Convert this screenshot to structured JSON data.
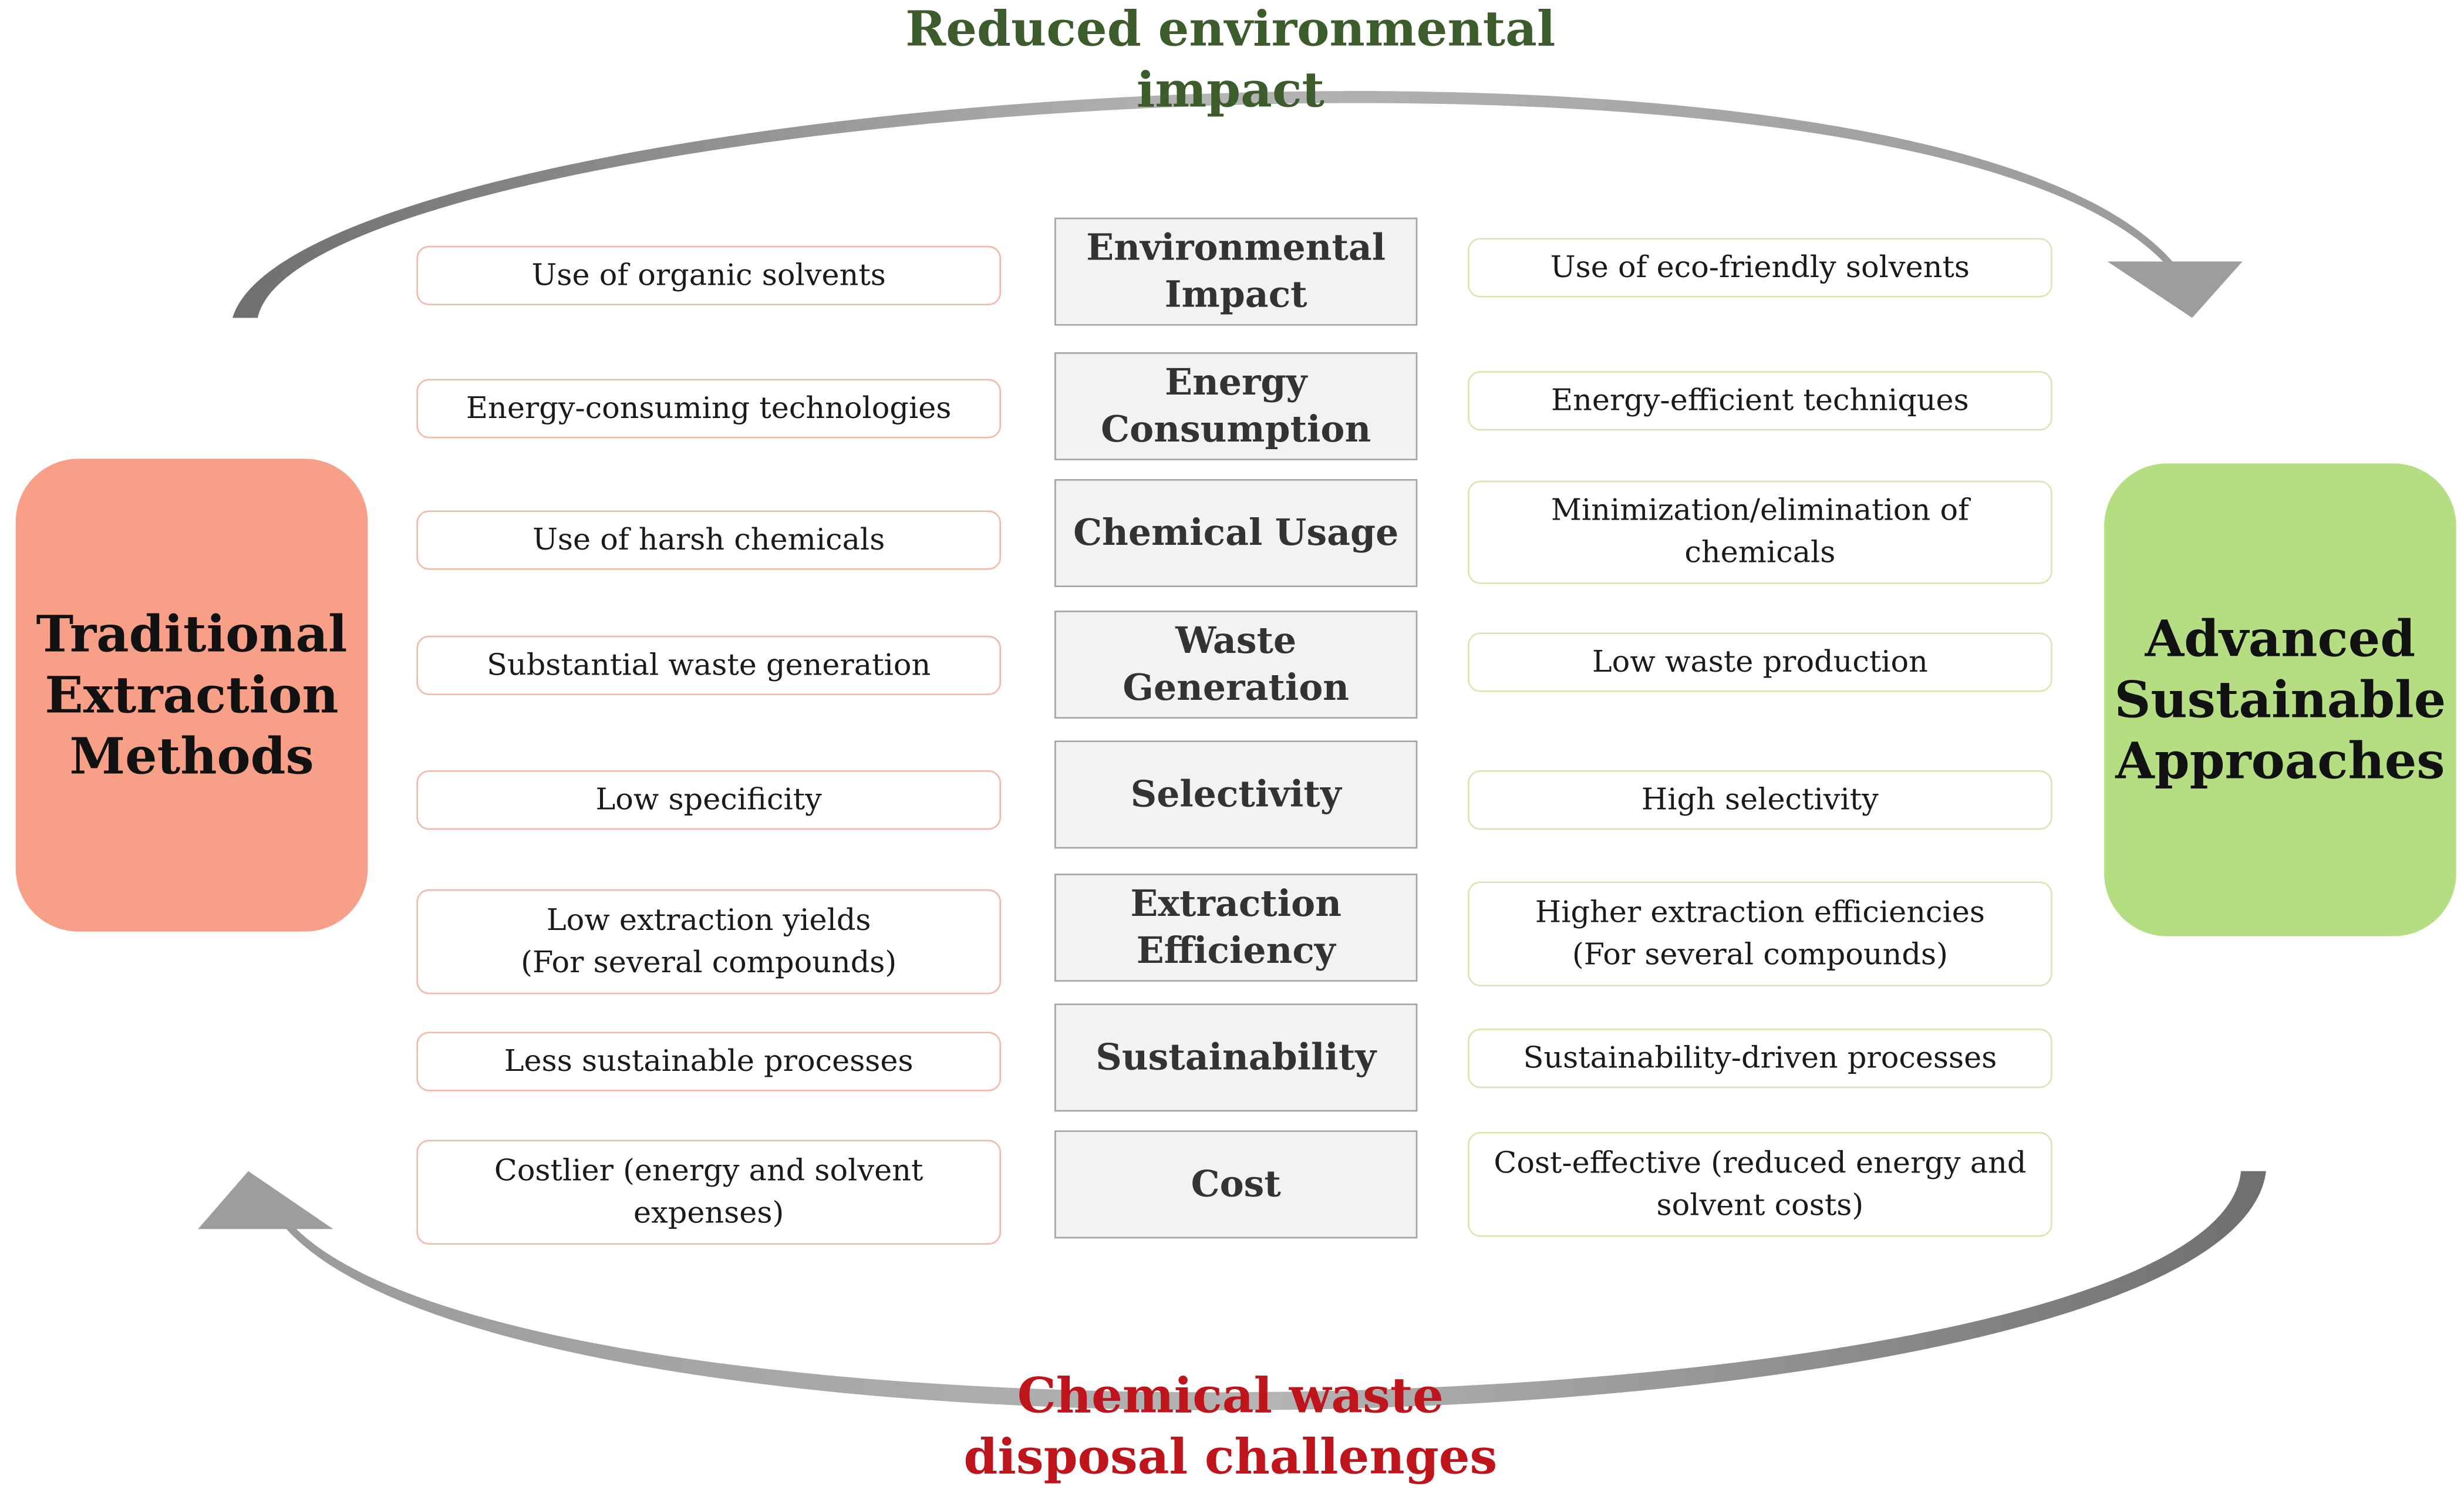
{
  "captions": {
    "top": "Reduced environmental\nimpact",
    "bottom": "Chemical waste\ndisposal challenges"
  },
  "sides": {
    "traditional": "Traditional\nExtraction\nMethods",
    "advanced": "Advanced\nSustainable\nApproaches"
  },
  "rows": [
    {
      "criterion": "Environmental\nImpact",
      "traditional": "Use of organic solvents",
      "advanced": "Use of eco-friendly solvents"
    },
    {
      "criterion": "Energy\nConsumption",
      "traditional": "Energy-consuming technologies",
      "advanced": "Energy-efficient techniques"
    },
    {
      "criterion": "Chemical Usage",
      "traditional": "Use of harsh chemicals",
      "advanced": "Minimization/elimination of\nchemicals"
    },
    {
      "criterion": "Waste Generation",
      "traditional": "Substantial waste generation",
      "advanced": "Low waste production"
    },
    {
      "criterion": "Selectivity",
      "traditional": "Low specificity",
      "advanced": "High selectivity"
    },
    {
      "criterion": "Extraction\nEfficiency",
      "traditional": "Low extraction yields\n(For several compounds)",
      "advanced": "Higher extraction efficiencies\n(For several compounds)"
    },
    {
      "criterion": "Sustainability",
      "traditional": "Less sustainable processes",
      "advanced": "Sustainability-driven processes"
    },
    {
      "criterion": "Cost",
      "traditional": "Costlier (energy and solvent\nexpenses)",
      "advanced": "Cost-effective (reduced energy and\nsolvent costs)"
    }
  ],
  "colors": {
    "traditional_fill": "#f8a087",
    "advanced_fill": "#b5de83",
    "top_caption": "#3d5c2b",
    "bottom_caption": "#c0141c",
    "arrow": "#8c8c8c"
  }
}
